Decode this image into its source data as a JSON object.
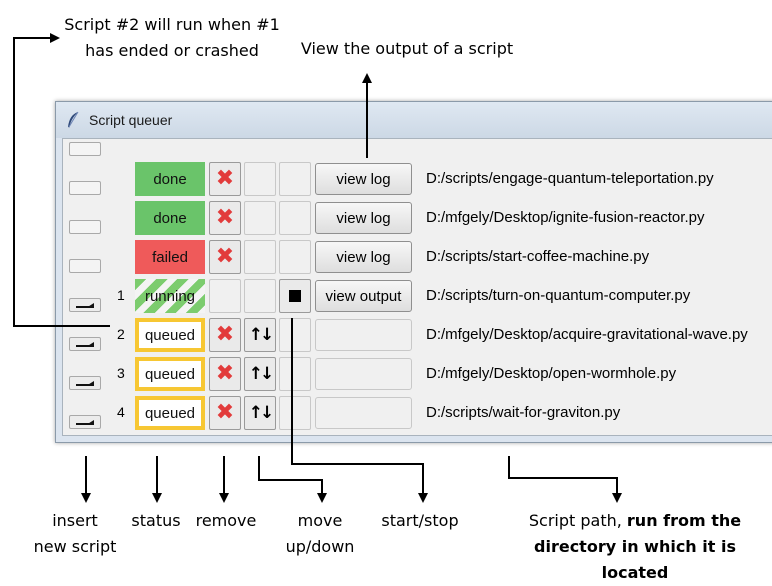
{
  "annotations": {
    "chain_line1": "Script #2 will run when #1",
    "chain_line2": "has ended or crashed",
    "view_output": "View the output of a script",
    "insert_line1": "insert",
    "insert_line2": "new script",
    "status": "status",
    "remove": "remove",
    "move_line1": "move",
    "move_line2": "up/down",
    "startstop": "start/stop",
    "path_line1_plain": "Script path,",
    "path_line1_bold": "run from the",
    "path_line2_bold": "directory in which it is located"
  },
  "window": {
    "title": "Script queuer",
    "rows": [
      {
        "num": "",
        "status": "done",
        "status_class": "done",
        "action": "view log",
        "path": "D:/scripts/engage-quantum-teleportation.py",
        "remove": true,
        "move": false,
        "stop": false
      },
      {
        "num": "",
        "status": "done",
        "status_class": "done",
        "action": "view log",
        "path": "D:/mfgely/Desktop/ignite-fusion-reactor.py",
        "remove": true,
        "move": false,
        "stop": false
      },
      {
        "num": "",
        "status": "failed",
        "status_class": "failed",
        "action": "view log",
        "path": "D:/scripts/start-coffee-machine.py",
        "remove": true,
        "move": false,
        "stop": false
      },
      {
        "num": "1",
        "status": "running",
        "status_class": "running",
        "action": "view output",
        "path": "D:/scripts/turn-on-quantum-computer.py",
        "remove": false,
        "move": false,
        "stop": true
      },
      {
        "num": "2",
        "status": "queued",
        "status_class": "queued",
        "action": "",
        "path": "D:/mfgely/Desktop/acquire-gravitational-wave.py",
        "remove": true,
        "move": true,
        "stop": false
      },
      {
        "num": "3",
        "status": "queued",
        "status_class": "queued",
        "action": "",
        "path": "D:/mfgely/Desktop/open-wormhole.py",
        "remove": true,
        "move": true,
        "stop": false
      },
      {
        "num": "4",
        "status": "queued",
        "status_class": "queued",
        "action": "",
        "path": "D:/scripts/wait-for-graviton.py",
        "remove": true,
        "move": true,
        "stop": false
      }
    ],
    "icons": {
      "remove": "close-x-icon",
      "move": "up-down-arrows-icon",
      "stop": "stop-square-icon",
      "insert": "insert-arrow-icon",
      "app": "feather-icon"
    },
    "colors": {
      "done": "#6ac46a",
      "failed": "#ef5a5a",
      "queued_border": "#f7c733",
      "remove_x": "#e23b3b"
    }
  }
}
